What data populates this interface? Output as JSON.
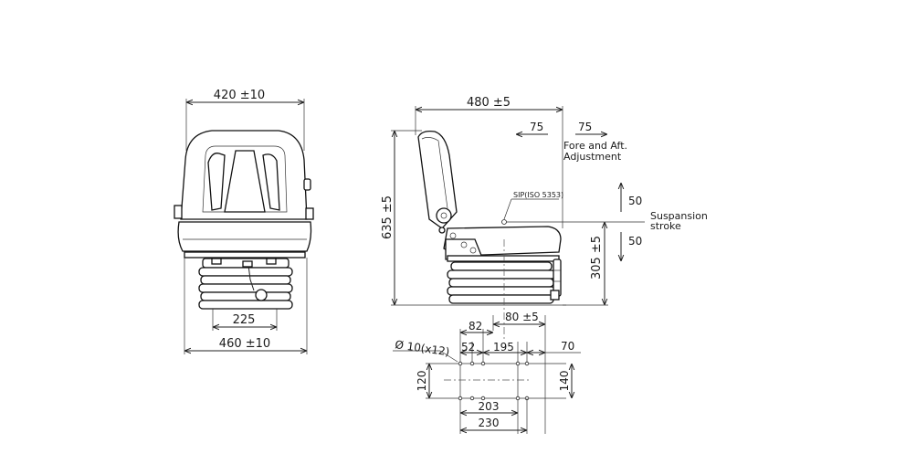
{
  "front_view": {
    "backrest_width": "420 ±10",
    "base_width": "225",
    "overall_width": "460 ±10"
  },
  "side_view": {
    "depth": "480 ±5",
    "overall_height": "635 ±5",
    "seat_height": "305 ±5",
    "fore_aft_left": "75",
    "fore_aft_right": "75",
    "fore_aft_label_1": "Fore and Aft.",
    "fore_aft_label_2": "Adjustment",
    "sip_label": "SIP(ISO 5353)",
    "suspension_up": "50",
    "suspension_down": "50",
    "suspension_label_1": "Suspansion",
    "suspension_label_2": "stroke"
  },
  "mounting_view": {
    "holes": "Ø 10(x12)",
    "dim_82": "82",
    "dim_80": "80 ±5",
    "dim_52": "52",
    "dim_195": "195",
    "dim_70": "70",
    "dim_120": "120",
    "dim_140": "140",
    "dim_203": "203",
    "dim_230": "230"
  }
}
